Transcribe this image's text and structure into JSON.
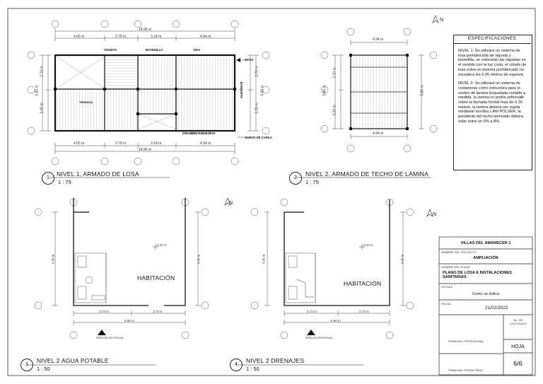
{
  "sheet": {
    "north": "N",
    "specs": {
      "title": "ESPECIFICACIONES",
      "p1": "NIVEL 1: Se utilizará un sistema de losa prefabricada de vigueta y bovedilla, se colocarán las viguetas en el sentido con la luz corta, el colado de losa sobre el sistema prefabricado no excedera los 0.05 metros de espesor.",
      "p2": "NIVEL 2: Se utilizara un sistema de costaneras como estructura para el sosten de lamina troquelada cortada a medida, la lamina no podra sobresalir sobre la fachada frontal mas de 0.30 metros. la lamina debera ser sujeta mediante tornillos LAM POLSER, la pendiente del techo laminado debera oslar entre un 5% a 8%."
    },
    "plan1": {
      "num": "1",
      "title": "NIVEL 1, ARMADO DE LOSA",
      "scale": "1 : 75",
      "total": "14.95 m",
      "dims": [
        "4.05 m",
        "2.78 m",
        "3.18 m",
        "4.94 m"
      ],
      "left_dims": [
        "2.70 m",
        "3.15 m"
      ],
      "left_total": "5.85 m",
      "right_dims": [
        "2.70 m",
        "3.15 m"
      ],
      "right_total": "5.85 m",
      "labels": {
        "vigueta": "VIGUETA",
        "bovedilla": "BOVEDILLA",
        "viga": "VIGA",
        "inicia": "INICIA",
        "banqueta": "BANQUETA",
        "terraza": "TERRAZA",
        "columna": "COLUMNA 0.20x0.20 m",
        "muros": "MUROS DE CARGA"
      }
    },
    "plan2": {
      "num": "2",
      "title": "NIVEL 2, ARMADO DE TECHO DE LÁMINA",
      "scale": "1 : 75",
      "top": "4.94 m",
      "bottom": "4.94 m",
      "left_dims": [
        "2.70 m",
        "3.23 m"
      ],
      "left_total": "5.85 m",
      "right_total": "5.85 m"
    },
    "plan3": {
      "num": "3",
      "title": "NIVEL 2 AGUA POTABLE",
      "scale": "1 : 50",
      "room": "HABITACIÓN",
      "level": "3.42 m",
      "dims": [
        "3.73 m",
        "2.73 m"
      ],
      "total": "5.86 m",
      "side": "4.95 m",
      "side_r": "4.95 m",
      "cap": "SEÑALIZACIÓN FRONTAL"
    },
    "plan4": {
      "num": "4",
      "title": "NIVEL 2 DRENAJES",
      "scale": "1 : 50",
      "room": "HABITACIÓN",
      "level": "3.42 m",
      "dims": [
        "3.73 m",
        "2.73 m"
      ],
      "total": "5.86 m",
      "side": "4.95 m",
      "side_r": "4.95 m",
      "cap": "SEÑALIZACIÓN FRONTAL"
    },
    "titleblock": {
      "company": "VILLAS DEL AMANECER 1",
      "proj_label": "NOMBRE DEL PROYECTO",
      "proj": "AMPLIACIÓN",
      "plan_label": "NOMBRE DEL PLANO",
      "plan": "PLANO DE LOSA E INSTALACIONES SANITARIAS",
      "scale_label": "ESCALA",
      "scale": "Como se indica",
      "date_label": "FECHA",
      "date": "21/02/2022",
      "col_label": "No. DE COLEGIADO",
      "firma_prof": "FIRMA DEL PROFESIONAL",
      "firma_prop": "FIRMA DEL PROPIETARIO",
      "hoja_label": "HOJA",
      "hoja": "6/6"
    }
  }
}
